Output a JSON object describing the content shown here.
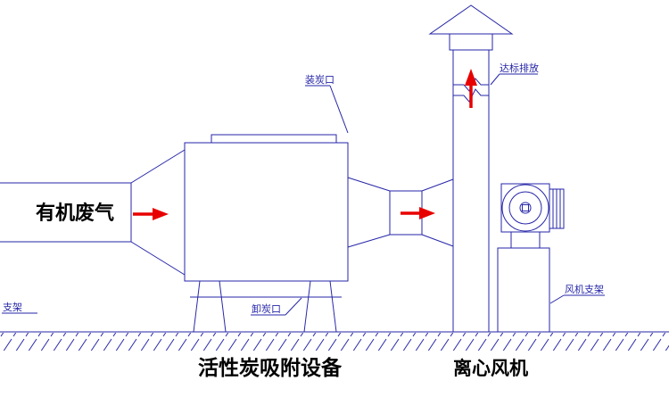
{
  "diagram": {
    "inlet": {
      "gas_label": "有机废气"
    },
    "adsorber": {
      "load_port_label": "装炭口",
      "unload_port_label": "卸炭口",
      "support_label": "支架",
      "caption": "活性炭吸附设备"
    },
    "stack": {
      "emission_label": "达标排放"
    },
    "fan": {
      "support_label": "风机支架",
      "caption": "离心风机"
    },
    "colors": {
      "line": "#2626a8",
      "label_text": "#2626a8",
      "arrow": "#e80000",
      "caption_text": "#000000",
      "background": "#ffffff"
    }
  }
}
